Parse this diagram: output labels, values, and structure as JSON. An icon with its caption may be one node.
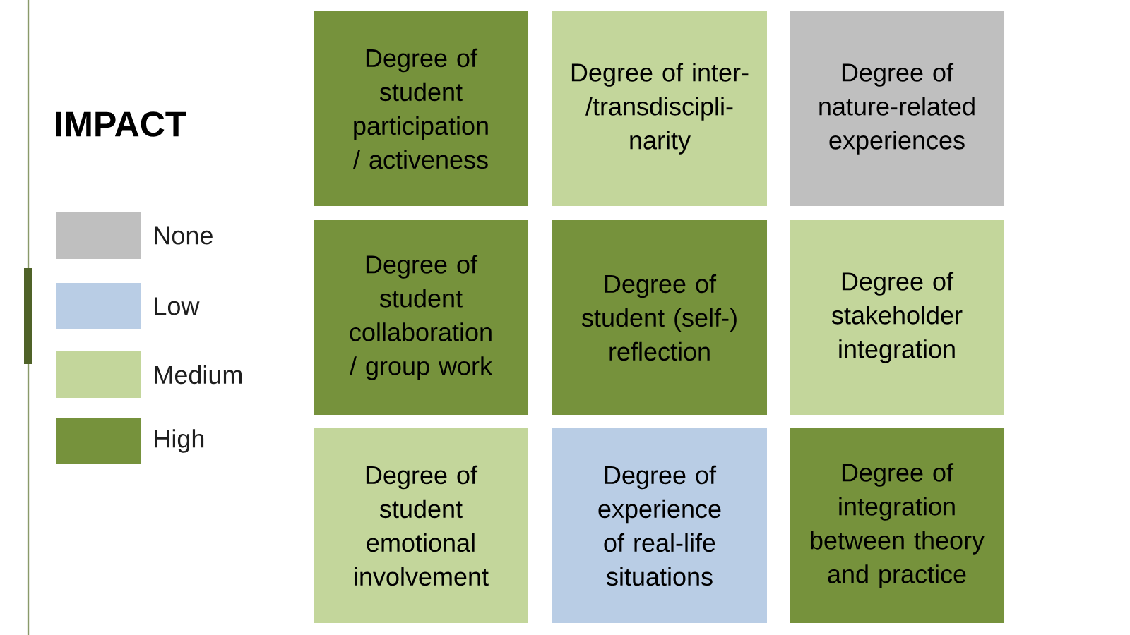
{
  "diagram": {
    "title": "IMPACT",
    "nodes": [
      {
        "text": [
          "Degree of student participation / activeness"
        ]
      },
      {
        "text": [
          "Degree of inter- /transdiscipli- narity"
        ]
      },
      {
        "text": [
          "Degree of nature-related experiences"
        ]
      },
      {
        "text": [
          "Degree of student collaboration / group work"
        ]
      },
      {
        "text": [
          "Degree of student (self-) reflection"
        ]
      },
      {
        "text": [
          "Degree of stakeholder integration"
        ]
      },
      {
        "text": [
          "Degree of student emotional involvement"
        ]
      },
      {
        "text": [
          "Degree of experience of real-life situations"
        ]
      },
      {
        "text": [
          "Degree of integration between theory and practice"
        ]
      }
    ],
    "legend": [
      {
        "text": "None",
        "color": "#bfbfbf"
      },
      {
        "text": "Low",
        "color": "#b9cde5"
      },
      {
        "text": "Medium",
        "color": "#c3d69b"
      },
      {
        "text": "High",
        "color": "#76923c"
      }
    ]
  }
}
